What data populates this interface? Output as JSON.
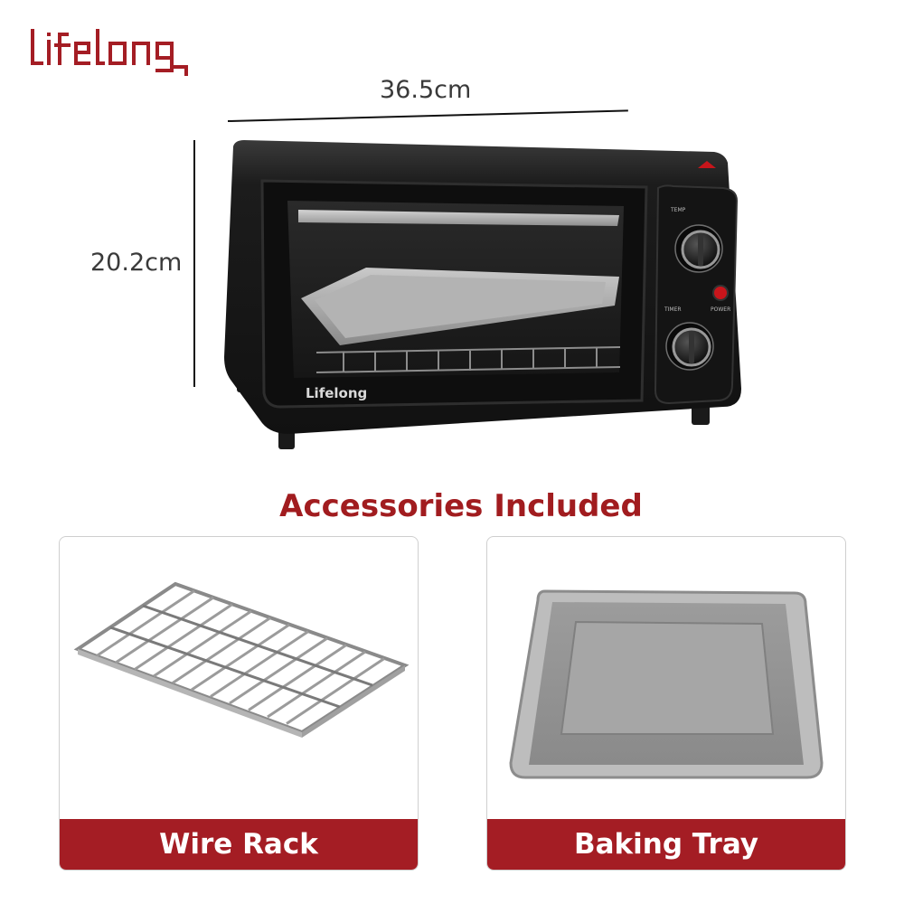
{
  "brand": {
    "logo_text": "Lifelong",
    "logo_color": "#a41d24",
    "oven_logo_text": "Lifelong"
  },
  "dimensions": {
    "width_label": "36.5cm",
    "height_label": "20.2cm"
  },
  "oven": {
    "knob_top_label": "TEMP",
    "knob_bottom_label": "TIMER",
    "power_label": "POWER",
    "power_light_color": "#c8151b"
  },
  "accessories": {
    "heading": "Accessories Included",
    "heading_color": "#a11c1f",
    "banner_color": "#a41d24",
    "items": [
      {
        "label": "Wire Rack",
        "icon": "wire-rack-icon"
      },
      {
        "label": "Baking Tray",
        "icon": "baking-tray-icon"
      }
    ]
  }
}
